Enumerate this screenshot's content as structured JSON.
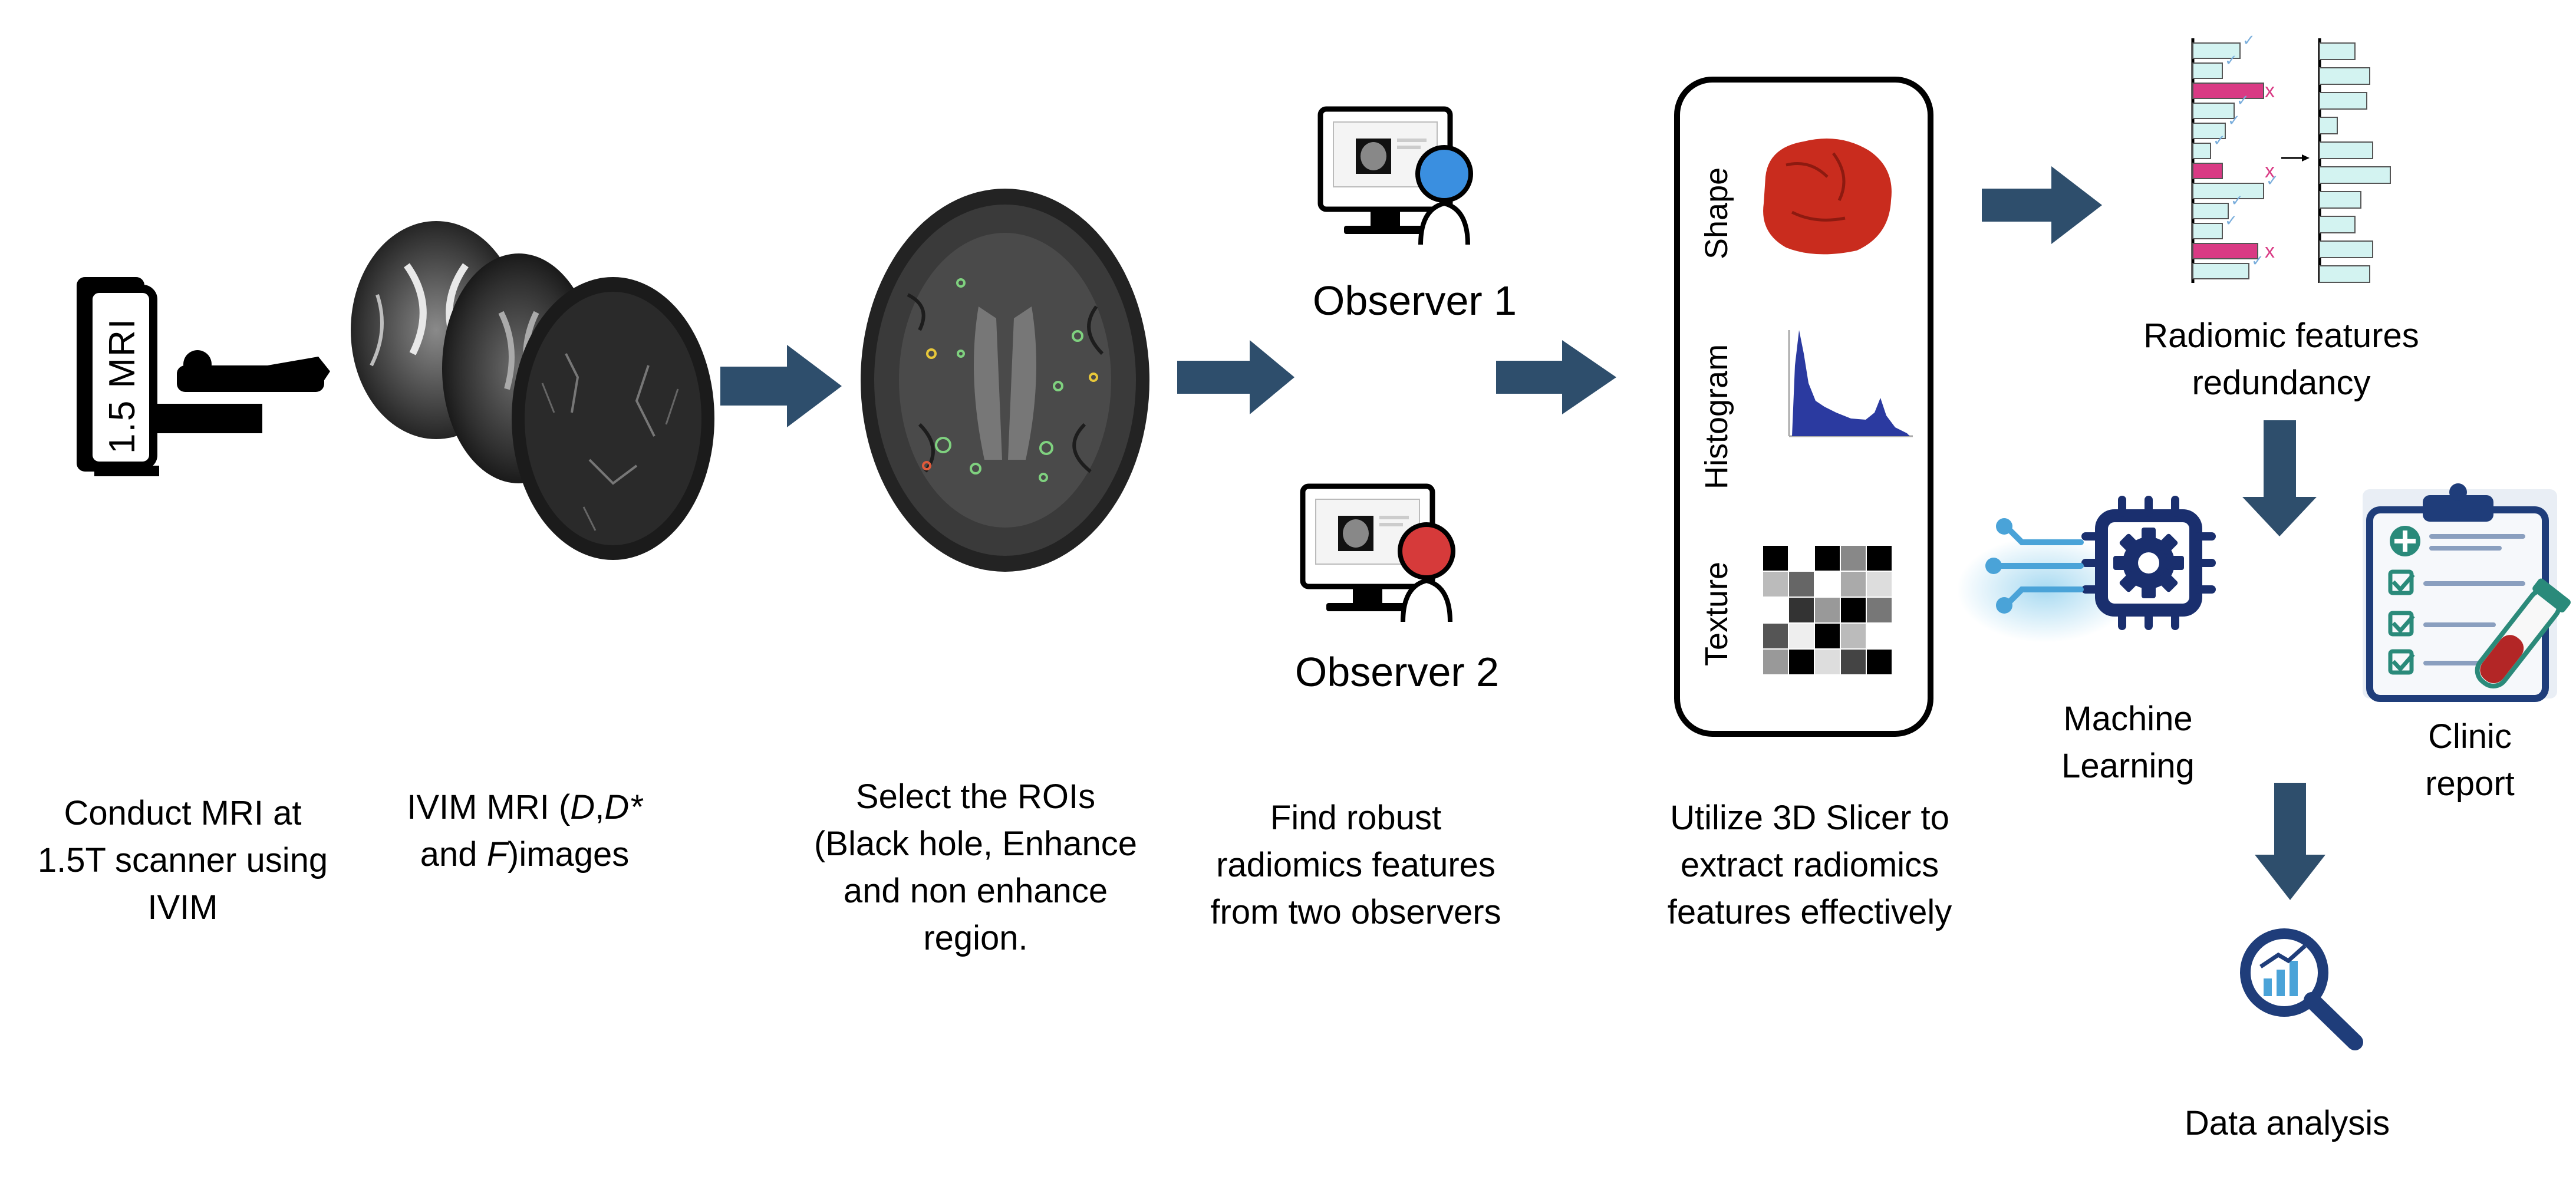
{
  "steps": {
    "mri": {
      "line1": "Conduct MRI at",
      "line2": "1.5T scanner using",
      "line3": "IVIM",
      "scanner_label": "1.5 MRI"
    },
    "ivim": {
      "line1_a": "IVIM MRI (",
      "line1_d": "D",
      "line1_sep": ",",
      "line1_dstar": "D*",
      "line2_a": "and ",
      "line2_f": "F",
      "line2_b": ")images"
    },
    "roi": {
      "line1": "Select the ROIs",
      "line2": "(Black hole, Enhance",
      "line3": "and non enhance",
      "line4": "region."
    },
    "observers": {
      "obs1": "Observer 1",
      "obs2": "Observer 2",
      "line1": "Find robust",
      "line2": "radiomics features",
      "line3": "from two observers"
    },
    "slicer": {
      "shape": "Shape",
      "histogram": "Histogram",
      "texture": "Texture",
      "line1": "Utilize 3D Slicer to",
      "line2": "extract radiomics",
      "line3": "features effectively"
    },
    "redundancy": {
      "line1": "Radiomic features",
      "line2": "redundancy",
      "x_mark": "x",
      "check_mark": "✓"
    },
    "ml": {
      "line1": "Machine",
      "line2": "Learning"
    },
    "clinic": {
      "line1": "Clinic",
      "line2": "report"
    },
    "analysis": {
      "label": "Data analysis"
    }
  },
  "colors": {
    "arrow": "#2e4e6c",
    "bar_light": "#d3f3f1",
    "bar_pink": "#d93a84",
    "observer1": "#3a8fe0",
    "observer2": "#d63a3a",
    "shape_red": "#c92c1e",
    "histogram_blue": "#2b3aa0",
    "ml_navy": "#1a2f6e",
    "clip_blue": "#1f3d7a"
  },
  "icons": [
    "mri-scanner-icon",
    "monitor-observer-icon",
    "tumor-shape-icon",
    "histogram-icon",
    "texture-grid-icon",
    "bar-chart-icon",
    "machine-learning-chip-icon",
    "clipboard-report-icon",
    "magnifier-chart-icon"
  ]
}
